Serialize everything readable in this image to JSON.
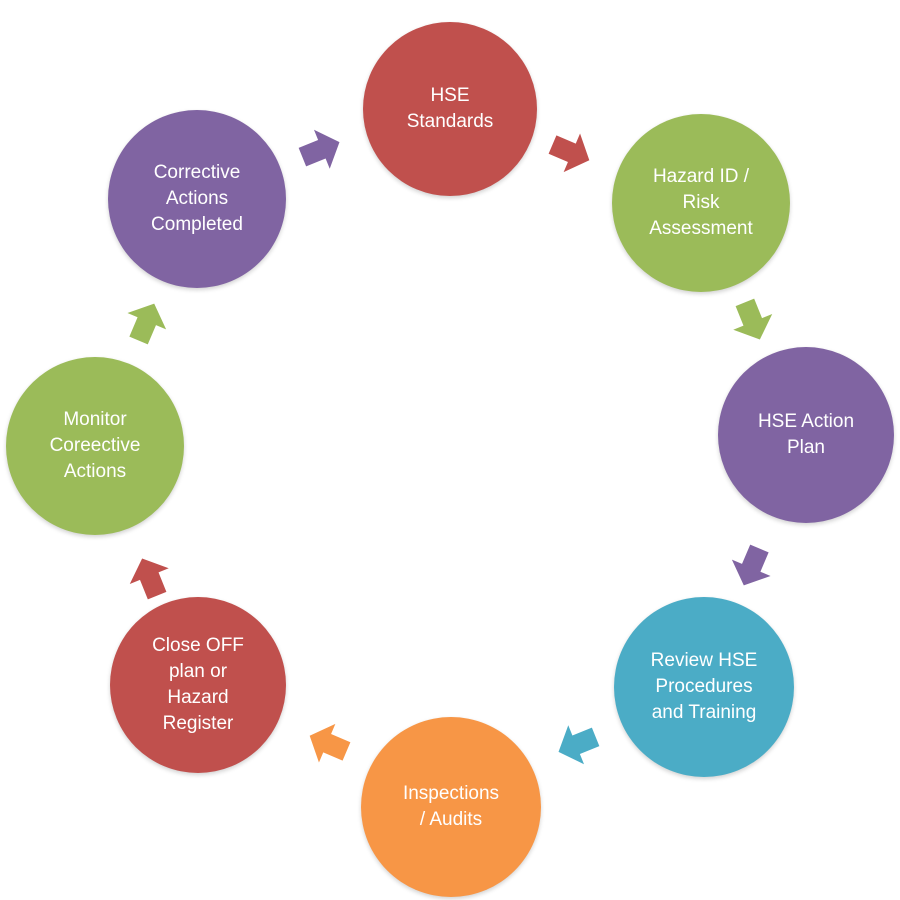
{
  "diagram": {
    "nodes": [
      {
        "label": "HSE\nStandards",
        "color": "#c0504d"
      },
      {
        "label": "Hazard ID /\nRisk\nAssessment",
        "color": "#9bbb59"
      },
      {
        "label": "HSE Action\nPlan",
        "color": "#8064a2"
      },
      {
        "label": "Review HSE\nProcedures\nand Training",
        "color": "#4bacc6"
      },
      {
        "label": "Inspections\n/ Audits",
        "color": "#f79646"
      },
      {
        "label": "Close OFF\nplan or\nHazard\nRegister",
        "color": "#c0504d"
      },
      {
        "label": "Monitor\nCoreective\nActions",
        "color": "#9bbb59"
      },
      {
        "label": "Corrective\nActions\nCompleted",
        "color": "#8064a2"
      }
    ],
    "arrows": [
      {
        "from": 0,
        "to": 1,
        "color": "#c0504d"
      },
      {
        "from": 1,
        "to": 2,
        "color": "#9bbb59"
      },
      {
        "from": 2,
        "to": 3,
        "color": "#8064a2"
      },
      {
        "from": 3,
        "to": 4,
        "color": "#4bacc6"
      },
      {
        "from": 4,
        "to": 5,
        "color": "#f79646"
      },
      {
        "from": 5,
        "to": 6,
        "color": "#c0504d"
      },
      {
        "from": 6,
        "to": 7,
        "color": "#9bbb59"
      },
      {
        "from": 7,
        "to": 0,
        "color": "#8064a2"
      }
    ]
  }
}
